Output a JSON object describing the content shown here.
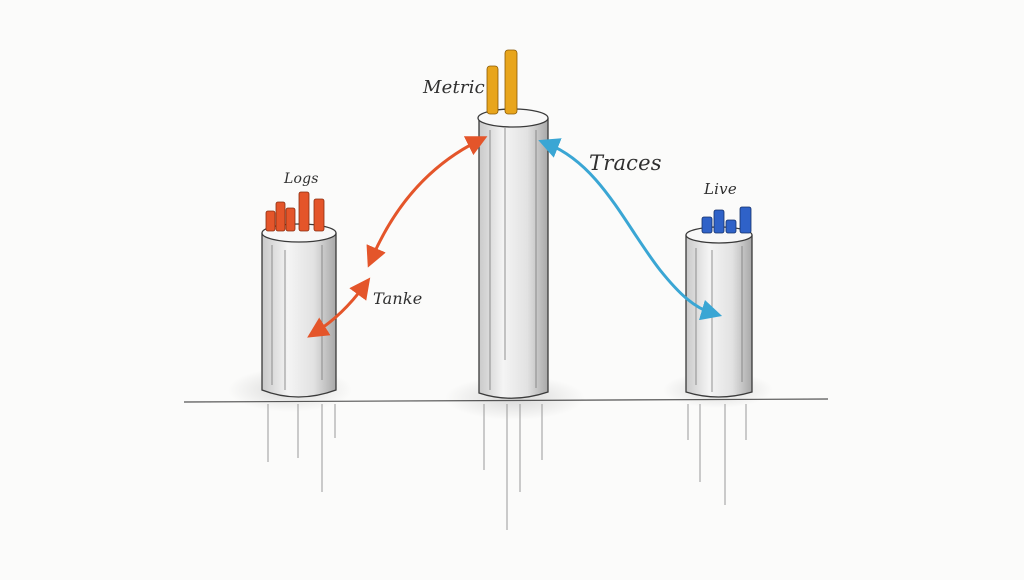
{
  "labels": {
    "metric": "Metric",
    "traces": "Traces",
    "logs": "Logs",
    "live": "Live",
    "tanke": "Tanke"
  },
  "colors": {
    "logs_accent": "#e4552a",
    "metric_accent": "#e8a51c",
    "live_accent": "#2f62c8",
    "traces_arrow": "#4fb3d9",
    "logs_arrow": "#e4552a",
    "ink": "#2f2f2f"
  }
}
